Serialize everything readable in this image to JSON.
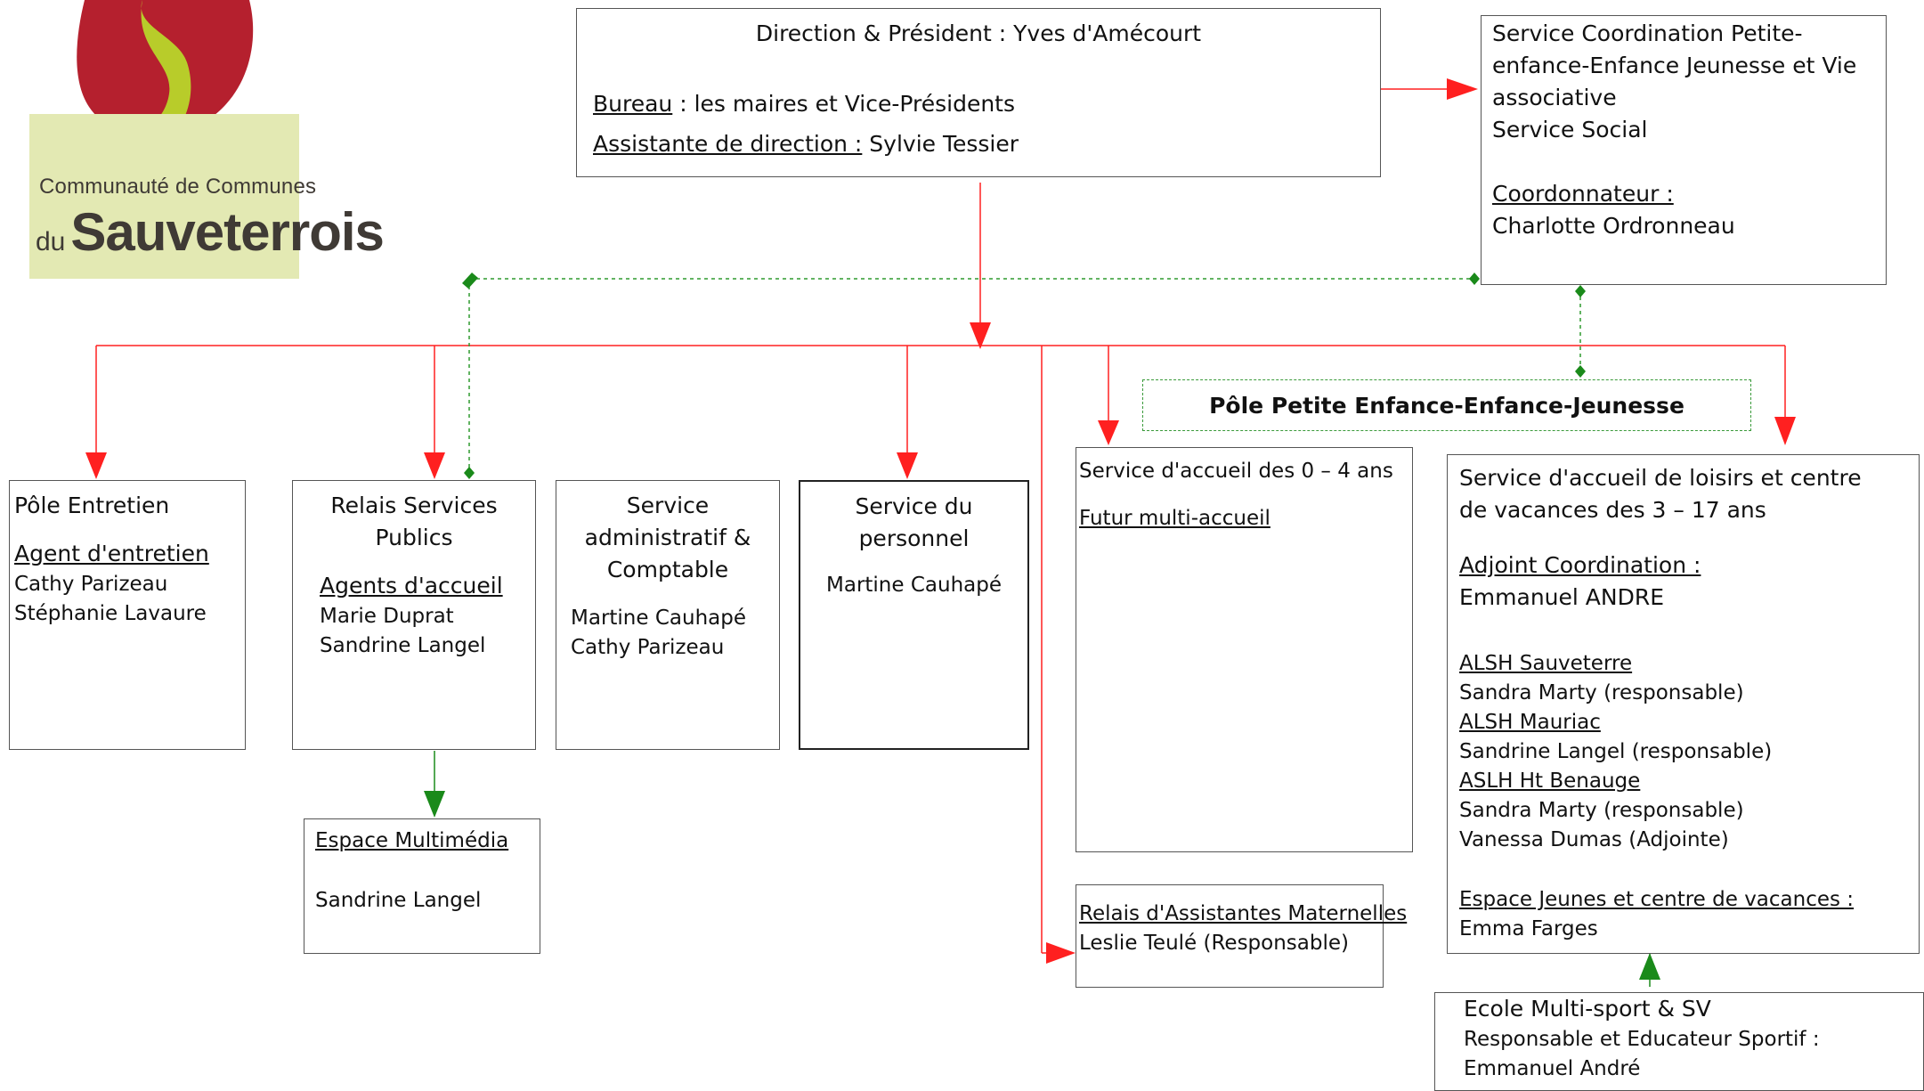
{
  "logo": {
    "line1": "Communauté de Communes",
    "line2_prefix": "du",
    "line2_name": "Sauveterrois",
    "colors": {
      "red": "#b5202e",
      "green": "#b8cc2a",
      "card": "#e3e9b3",
      "text": "#3f3a35"
    }
  },
  "direction": {
    "title": "Direction & Président : Yves d'Amécourt",
    "bureau_label": "Bureau",
    "bureau_text": " : les maires et Vice-Présidents",
    "assistante_label": "Assistante de direction :",
    "assistante_name": " Sylvie Tessier"
  },
  "coordination": {
    "line1": "Service Coordination Petite-",
    "line2": "enfance-Enfance Jeunesse et Vie",
    "line3": "associative",
    "line4": "Service Social",
    "coord_label": "Coordonnateur :",
    "coord_name": "Charlotte Ordronneau"
  },
  "pole_title": "Pôle Petite Enfance-Enfance-Jeunesse",
  "entretien": {
    "title": "Pôle Entretien",
    "agent_label": "Agent d'entretien",
    "names": [
      "Cathy Parizeau",
      "Stéphanie Lavaure"
    ]
  },
  "relais_services": {
    "title1": "Relais Services",
    "title2": "Publics",
    "agents_label": "Agents d'accueil",
    "names": [
      "Marie Duprat",
      "Sandrine Langel"
    ]
  },
  "administratif": {
    "title1": "Service",
    "title2": "administratif &",
    "title3": "Comptable",
    "names": [
      "Martine Cauhapé",
      "Cathy Parizeau"
    ]
  },
  "personnel": {
    "title1": "Service du",
    "title2": "personnel",
    "name": "Martine Cauhapé"
  },
  "accueil_0_4": {
    "title": "Service d'accueil des 0 – 4 ans",
    "futur": "Futur multi-accueil"
  },
  "accueil_loisirs": {
    "title1": "Service d'accueil de loisirs et centre",
    "title2": "de vacances des 3 – 17 ans",
    "adjoint_label": "Adjoint Coordination  :",
    "adjoint_name": " Emmanuel ANDRE",
    "alsh1_label": "ALSH Sauveterre",
    "alsh1_name": "Sandra Marty (responsable)",
    "alsh2_label": "ALSH Mauriac",
    "alsh2_name": "Sandrine Langel (responsable)",
    "alsh3_label": "ASLH Ht Benauge",
    "alsh3_name1": "Sandra Marty (responsable)",
    "alsh3_name2": "Vanessa Dumas (Adjointe)",
    "jeunes_label": "Espace Jeunes et centre de vacances :",
    "jeunes_name": "Emma Farges"
  },
  "multimedia": {
    "title": "Espace Multimédia",
    "name": "Sandrine Langel"
  },
  "ram": {
    "title": "Relais d'Assistantes Maternelles",
    "name": "Leslie Teulé (Responsable)"
  },
  "ecole": {
    "title": "Ecole Multi-sport & SV",
    "line2": "Responsable et Educateur Sportif :",
    "name": "Emmanuel André"
  },
  "colors": {
    "red_connector": "#ff2020",
    "green_connector": "#1a8a1a",
    "dashed_green": "#2e9a2e"
  }
}
